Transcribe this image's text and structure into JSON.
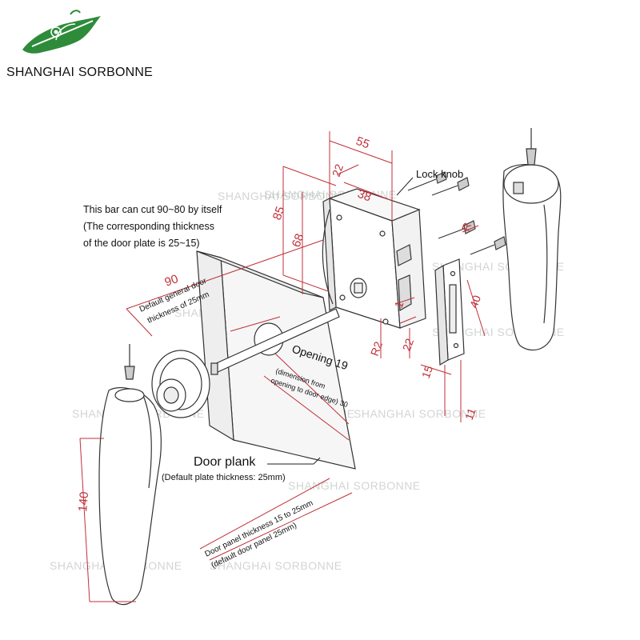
{
  "brand": {
    "name": "SHANGHAI SORBONNE",
    "logo_color": "#2e8b3a",
    "watermark": "SHANGHAI SORBONNE"
  },
  "notes": {
    "bar_line1": "This bar can cut 90~80 by itself",
    "bar_line2": "(The corresponding thickness",
    "bar_line3": "of the door plate is 25~15)"
  },
  "labels": {
    "lock_knob": "Lock knob",
    "opening": "Opening 19",
    "opening_dim_line1": "(dimension from",
    "opening_dim_line2": "opening to door edge) 30",
    "door_plank": "Door plank",
    "door_plank_sub": "(Default plate thickness: 25mm)",
    "default_door_line1": "Default general door",
    "default_door_line2": "thickness of 25mm",
    "panel_line1": "Door panel thickness 15 to 25mm",
    "panel_line2": "(default door panel 25mm)"
  },
  "dimensions": {
    "d55": "55",
    "d22a": "22",
    "d38": "38",
    "d85": "85",
    "d68": "68",
    "d90": "90",
    "d1": "1",
    "r2": "R2",
    "d22b": "22",
    "r_lever": "R",
    "d40": "40",
    "d15": "15",
    "d11": "11",
    "d140": "140"
  },
  "colors": {
    "dimension": "#c0303a",
    "outline": "#333333",
    "panel_fill": "#f4f4f4"
  }
}
